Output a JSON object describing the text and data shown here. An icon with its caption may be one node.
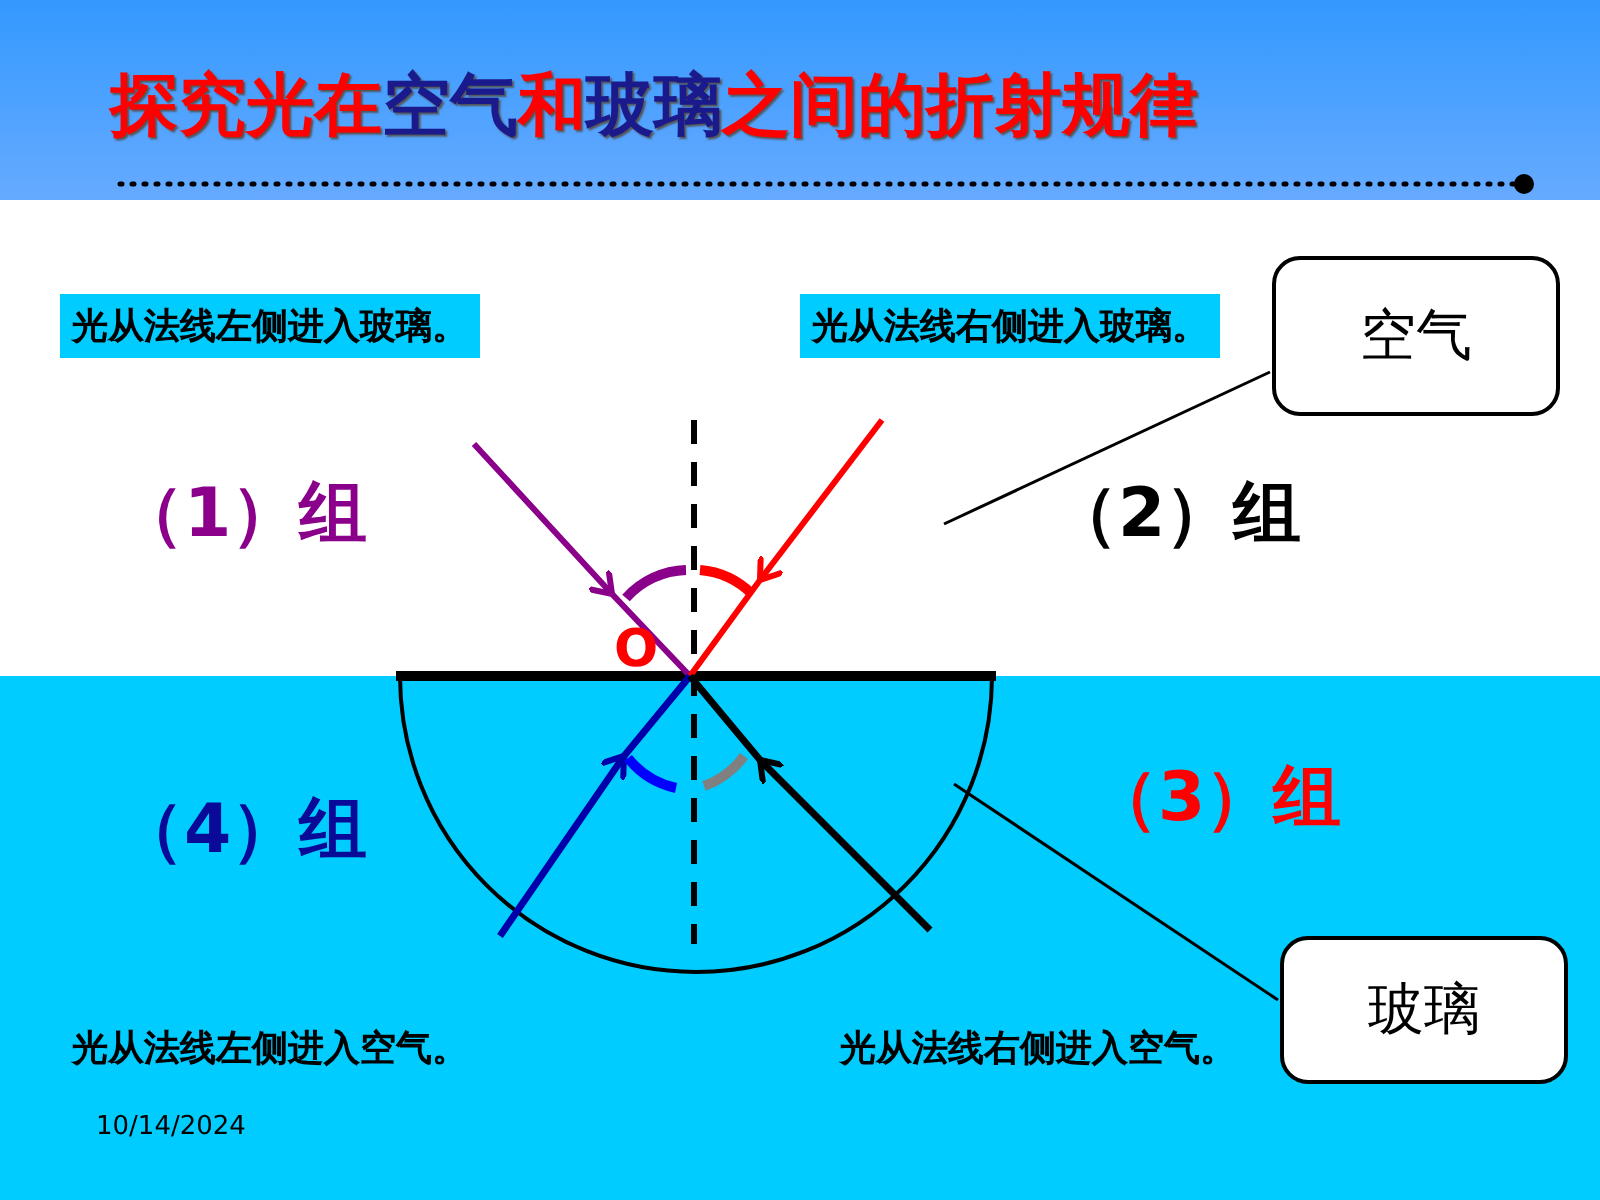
{
  "diagram": {
    "title": "探究光在空气和玻璃之间的折射规律",
    "nodes": [
      {
        "text": [
          "光从法线左侧进入玻璃。"
        ]
      },
      {
        "text": [
          "光从法线右侧进入玻璃。"
        ]
      },
      {
        "text": [
          "空气"
        ]
      },
      {
        "text": [
          "玻璃"
        ]
      }
    ],
    "edges": [
      {
        "from": 2,
        "to": null,
        "arrow": "none"
      },
      {
        "from": 3,
        "to": null,
        "arrow": "none"
      }
    ],
    "labels": [
      "（1）组",
      "（2）组",
      "O",
      "（4）组",
      "（3）组",
      "光从法线左侧进入空气。",
      "光从法线右侧进入空气。",
      "10/14/2024"
    ]
  }
}
